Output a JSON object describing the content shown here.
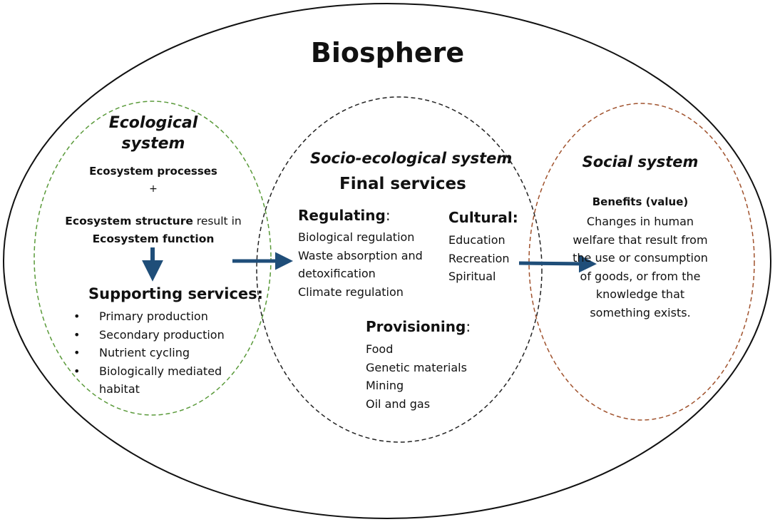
{
  "title": "Biosphere",
  "ecological": {
    "title": "Ecological system",
    "processes": "Ecosystem processes",
    "plus": "+",
    "structure_bold": "Ecosystem structure",
    "result_in": " result in ",
    "function_bold": "Ecosystem function"
  },
  "supporting": {
    "title": "Supporting services:",
    "items": [
      "Primary production",
      "Secondary production",
      "Nutrient cycling",
      "Biologically mediated",
      "habitat"
    ]
  },
  "socio_ecological": {
    "title": "Socio-ecological system",
    "final": "Final services",
    "regulating": {
      "title": "Regulating",
      "colon": ":",
      "items": [
        "Biological regulation",
        "Waste absorption and",
        "detoxification",
        "Climate regulation"
      ]
    },
    "cultural": {
      "title": "Cultural:",
      "items": [
        "Education",
        "Recreation",
        "Spiritual"
      ]
    },
    "provisioning": {
      "title": "Provisioning",
      "colon": ":",
      "items": [
        "Food",
        "Genetic materials",
        "Mining",
        "Oil and gas"
      ]
    }
  },
  "social": {
    "title": "Social system",
    "benefits_title": "Benefits (value)",
    "benefits_text": "Changes in human welfare that result from the use or consumption of goods, or from the knowledge that something exists."
  },
  "colors": {
    "arrow": "#1f4e79",
    "ecological_border": "#5a9a3a",
    "social_border": "#a0522d",
    "socio_border": "#222222",
    "outer_border": "#111111"
  }
}
